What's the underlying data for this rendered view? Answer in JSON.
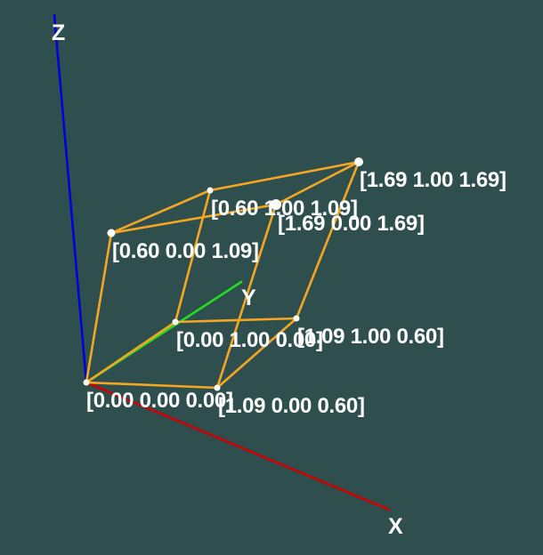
{
  "colors": {
    "background": "#2f4f4f",
    "x_axis": "#cc0000",
    "y_axis": "#22dd22",
    "z_axis": "#0000dd",
    "edges": "#f5a623",
    "vertices": "#ffffff",
    "text": "#ffffff"
  },
  "axes": {
    "x": {
      "label": "X"
    },
    "y": {
      "label": "Y"
    },
    "z": {
      "label": "Z"
    }
  },
  "vertices": [
    {
      "id": "v000",
      "label": "[0.00 0.00 0.00]"
    },
    {
      "id": "v001",
      "label": "[1.09 0.00 0.60]"
    },
    {
      "id": "v010",
      "label": "[0.00 1.00 0.00]"
    },
    {
      "id": "v011",
      "label": "[1.09 1.00 0.60]"
    },
    {
      "id": "v100",
      "label": "[0.60 0.00 1.09]"
    },
    {
      "id": "v101",
      "label": "[1.69 0.00 1.69]"
    },
    {
      "id": "v110",
      "label": "[0.60 1.00 1.09]"
    },
    {
      "id": "v111",
      "label": "[1.69 1.00 1.69]"
    }
  ]
}
